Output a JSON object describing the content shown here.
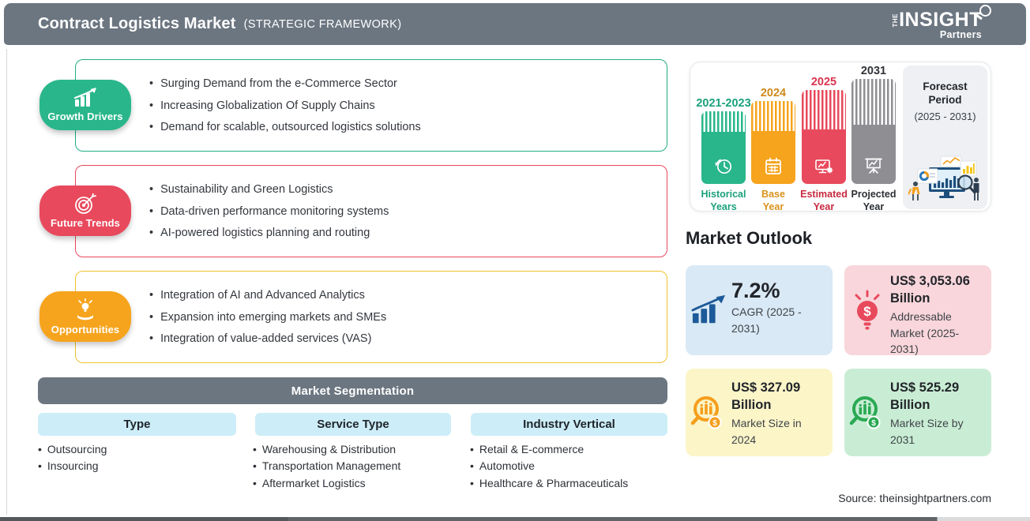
{
  "header": {
    "title": "Contract Logistics Market",
    "subtitle": "(STRATEGIC FRAMEWORK)",
    "logo": {
      "the": "THE",
      "insight": "INSIGHT",
      "partners": "Partners"
    }
  },
  "panels": [
    {
      "label": "Growth Drivers",
      "color": "#29b68a",
      "items": [
        "Surging Demand from the e-Commerce Sector",
        "Increasing Globalization Of Supply Chains",
        "Demand for scalable, outsourced logistics solutions"
      ]
    },
    {
      "label": "Future Trends",
      "color": "#e8495c",
      "items": [
        "Sustainability and Green Logistics",
        "Data-driven performance monitoring systems",
        "AI-powered logistics planning and routing"
      ]
    },
    {
      "label": "Opportunities",
      "color": "#f6a41d",
      "items": [
        "Integration of AI and Advanced Analytics",
        "Expansion into emerging markets and SMEs",
        "Integration of value-added services (VAS)"
      ]
    }
  ],
  "segmentation": {
    "title": "Market Segmentation",
    "columns": [
      {
        "header": "Type",
        "items": [
          "Outsourcing",
          "Insourcing"
        ]
      },
      {
        "header": "Service Type",
        "items": [
          "Warehousing & Distribution",
          "Transportation Management",
          "Aftermarket Logistics"
        ]
      },
      {
        "header": "Industry Vertical",
        "items": [
          "Retail & E-commerce",
          "Automotive",
          "Healthcare & Pharmaceuticals"
        ]
      }
    ]
  },
  "timeline": {
    "bars": [
      {
        "year": "2021-2023",
        "label": "Historical\nYears",
        "color": "#29b68a",
        "icon": "history-clock-icon"
      },
      {
        "year": "2024",
        "label": "Base\nYear",
        "color": "#f6a41d",
        "icon": "calendar-icon"
      },
      {
        "year": "2025",
        "label": "Estimated\nYear",
        "color": "#e8495c",
        "icon": "estimation-monitor-icon"
      },
      {
        "year": "2031",
        "label": "Projected\nYear",
        "color": "#8e8e93",
        "icon": "projection-screen-icon"
      }
    ],
    "forecast": {
      "title": "Forecast Period",
      "range": "(2025 - 2031)"
    }
  },
  "market_outlook": {
    "title": "Market Outlook",
    "cards": [
      {
        "value": "7.2%",
        "desc": "CAGR (2025 -\n2031)",
        "bg": "#d9e9f5",
        "accent": "#1d5a99",
        "icon": "cagr-growth-icon"
      },
      {
        "value": "US$ 3,053.06\nBillion",
        "desc": "Addressable\nMarket (2025-\n2031)",
        "bg": "#f8d6db",
        "accent": "#e8495c",
        "icon": "bulb-dollar-icon"
      },
      {
        "value": "US$ 327.09\nBillion",
        "desc": "Market Size in\n2024",
        "bg": "#fbf5c8",
        "accent": "#f59e1b",
        "icon": "magnifier-chart-icon"
      },
      {
        "value": "US$ 525.29\nBillion",
        "desc": "Market Size by\n2031",
        "bg": "#c9edd4",
        "accent": "#2aa953",
        "icon": "magnifier-chart-icon"
      }
    ]
  },
  "source": "Source: theinsightpartners.com",
  "colors": {
    "header_bar": "#6c7681",
    "segmentation_bar": "#6c7681",
    "segment_header_bg": "#cdeef8",
    "green": "#29b68a",
    "red": "#e8495c",
    "orange": "#f6a41d",
    "opportunity_border": "#f0c330",
    "gray_bar": "#8e8e93",
    "text_dark": "#22252a",
    "text_muted": "#3f4349"
  }
}
